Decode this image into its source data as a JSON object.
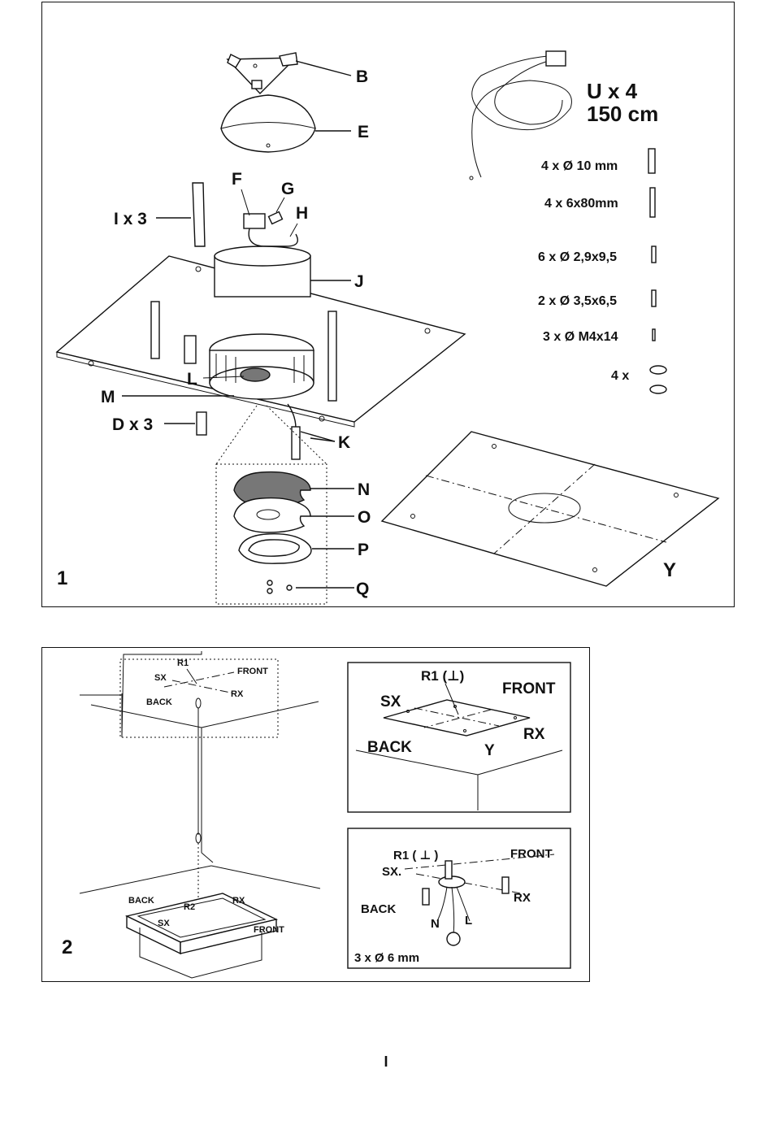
{
  "figure1": {
    "number": "1",
    "parts": {
      "B": "B",
      "E": "E",
      "F": "F",
      "G": "G",
      "H": "H",
      "I": "I x 3",
      "J": "J",
      "L": "L",
      "M": "M",
      "D": "D x 3",
      "K": "K",
      "N": "N",
      "O": "O",
      "P": "P",
      "Q": "Q",
      "Y": "Y"
    },
    "cable": {
      "qty": "U x 4",
      "length": "150 cm"
    },
    "hardware": [
      "4 x Ø 10 mm",
      "4 x 6x80mm",
      "6 x Ø 2,9x9,5",
      "2 x Ø 3,5x6,5",
      "3 x Ø M4x14",
      "4 x"
    ]
  },
  "figure2": {
    "number": "2",
    "main": {
      "r1": "R1",
      "r2": "R2",
      "front": "FRONT",
      "back": "BACK",
      "sx": "SX",
      "rx": "RX",
      "front2": "FRONT",
      "back2": "BACK",
      "sx2": "SX",
      "rx2": "RX"
    },
    "inset1": {
      "r1": "R1 (⊥)",
      "front": "FRONT",
      "sx": "SX",
      "rx": "RX",
      "back": "BACK",
      "y": "Y"
    },
    "inset2": {
      "r1": "R1 ( ⊥ )",
      "front": "FRONT",
      "sx": "SX.",
      "rx": "RX",
      "back": "BACK",
      "n": "N",
      "l": "L",
      "spec": "3 x Ø 6 mm"
    }
  },
  "page_number": "I"
}
